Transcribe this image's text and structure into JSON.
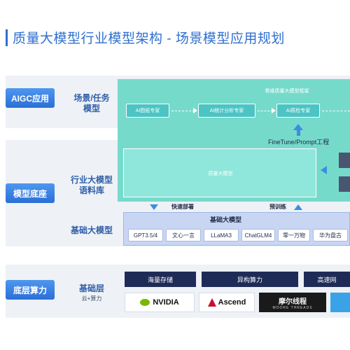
{
  "header": {
    "title": "质量大模型行业模型架构 - 场景模型应用规划"
  },
  "sidebar": {
    "items": [
      {
        "label": "AIGC应用"
      },
      {
        "label": "模型底座"
      },
      {
        "label": "底层算力"
      }
    ]
  },
  "rows": {
    "scene": {
      "label_line1": "场景/任务",
      "label_line2": "模型"
    },
    "industry": {
      "label_line1": "行业大模型",
      "label_line2": "语料库"
    },
    "base": {
      "label": "基础大模型"
    },
    "compute": {
      "label": "基础层",
      "sublabel": "云+算力"
    }
  },
  "scene_panel": {
    "framework_label": "希维质量大模型框架",
    "agents": [
      "AI图纸专家",
      "AI统计分析专家",
      "AI质检专家"
    ],
    "finetune_label": "FineTune/Prompt工程",
    "quality_model_label": "质量大模型"
  },
  "mid_labels": {
    "deploy": "快速部署",
    "pretrain": "预训练"
  },
  "base_panel": {
    "title": "基础大模型",
    "models": [
      "GPT3.5/4",
      "文心一言",
      "LLaMA3",
      "ChatGLM4",
      "零一万物",
      "华为盘古"
    ]
  },
  "compute_layer": {
    "resources": [
      "海量存储",
      "异构算力",
      "高速网"
    ],
    "vendors": [
      "NVIDIA",
      "Ascend",
      "摩尔线程"
    ],
    "vendor_sub": "MOORE THREADS"
  },
  "colors": {
    "accent_blue": "#2b6fd6",
    "teal": "#6fd8c8",
    "dark_navy": "#1f2b57"
  }
}
